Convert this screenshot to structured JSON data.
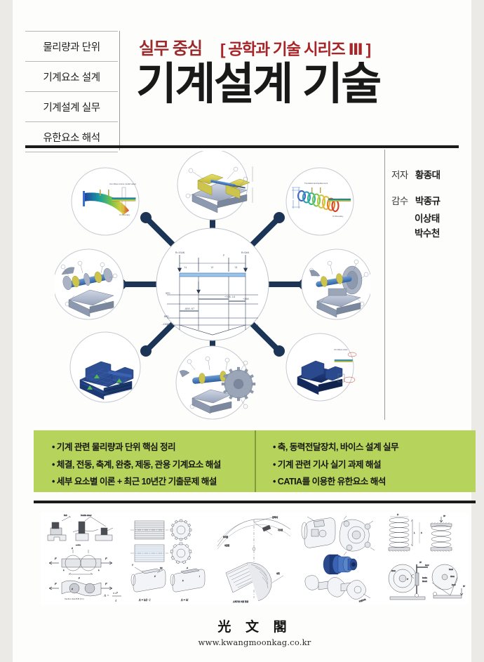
{
  "colors": {
    "accent_red": "#9c2a2c",
    "series_red": "#a82427",
    "feature_green": "#b6d45c",
    "title_black": "#191919",
    "spoke_navy": "#1c3557",
    "page_bg": "#f4f4f2"
  },
  "sidebar": {
    "items": [
      {
        "label": "물리량과 단위"
      },
      {
        "label": "기계요소 설계"
      },
      {
        "label": "기계설계 실무"
      },
      {
        "label": "유한요소 해석"
      }
    ]
  },
  "header": {
    "kicker": "실무 중심",
    "series": "[ 공학과 기술 시리즈 Ⅲ ]",
    "title": "기계설계 기술"
  },
  "authors": {
    "author_label": "저자",
    "author_name": "황종대",
    "supervisor_label": "감수",
    "supervisors": [
      "박종규",
      "이상태",
      "박수천"
    ]
  },
  "features": {
    "left": [
      "• 기계 관련 물리량과 단위 핵심 정리",
      "• 체결, 전동, 축계, 완충, 제동, 관용 기계요소 해설",
      "• 세부 요소별 이론 + 최근 10년간 기출문제 해설"
    ],
    "right": [
      "• 축, 동력전달장치, 바이스 설계 실무",
      "• 기계 관련 기사 실기 과제 해설",
      "• CATIA를 이용한 유한요소 해석"
    ]
  },
  "publisher": {
    "logo": "光 文 閣",
    "url": "www.kwangmoonkag.co.kr"
  },
  "diagram": {
    "center_label": "beam-shear-moment-diagram",
    "nodes": [
      {
        "name": "fea-shaft-stress-contour",
        "angle": "NW"
      },
      {
        "name": "vise-assembly-exploded",
        "angle": "N"
      },
      {
        "name": "fea-spring-displacement",
        "angle": "NE"
      },
      {
        "name": "shaft-bearing-assembly-left",
        "angle": "W"
      },
      {
        "name": "gearbox-power-transmission",
        "angle": "E"
      },
      {
        "name": "vise-mesh-model",
        "angle": "SW"
      },
      {
        "name": "gear-drive-assembly",
        "angle": "S"
      },
      {
        "name": "vise-stress-result",
        "angle": "SE"
      }
    ]
  },
  "strip": {
    "panels": [
      {
        "name": "fastener-and-shear-drawings"
      },
      {
        "name": "spline-and-key-drawings"
      },
      {
        "name": "gear-tooth-profile-drawings"
      },
      {
        "name": "coupling-and-crankshaft-drawings"
      },
      {
        "name": "spring-and-brake-drawings"
      }
    ]
  }
}
